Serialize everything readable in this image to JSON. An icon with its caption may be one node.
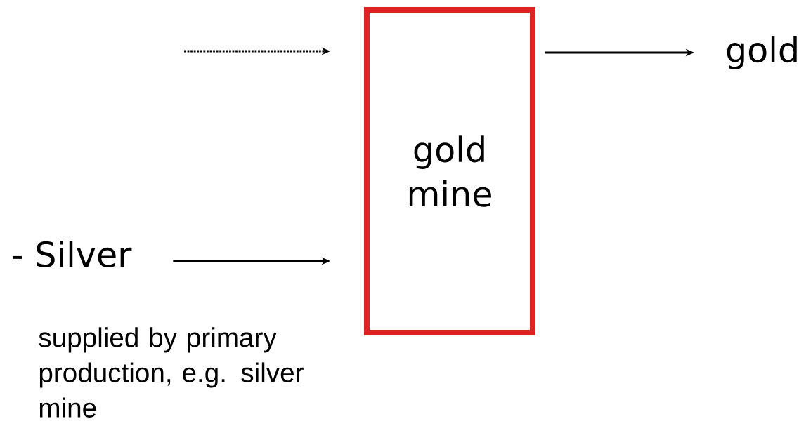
{
  "diagram": {
    "nodes": [
      {
        "text": [
          "gold mine"
        ]
      },
      {
        "text": [
          "gold"
        ]
      },
      {
        "text": [
          "- Silver"
        ]
      }
    ],
    "edges": [
      {
        "from": null,
        "to": 0,
        "arrow": "to",
        "style": "dashed"
      },
      {
        "from": 0,
        "to": 1,
        "arrow": "to"
      },
      {
        "from": 2,
        "to": 0,
        "arrow": "to"
      }
    ],
    "labels": [
      "supplied by primary production, e.g. silver mine"
    ]
  }
}
